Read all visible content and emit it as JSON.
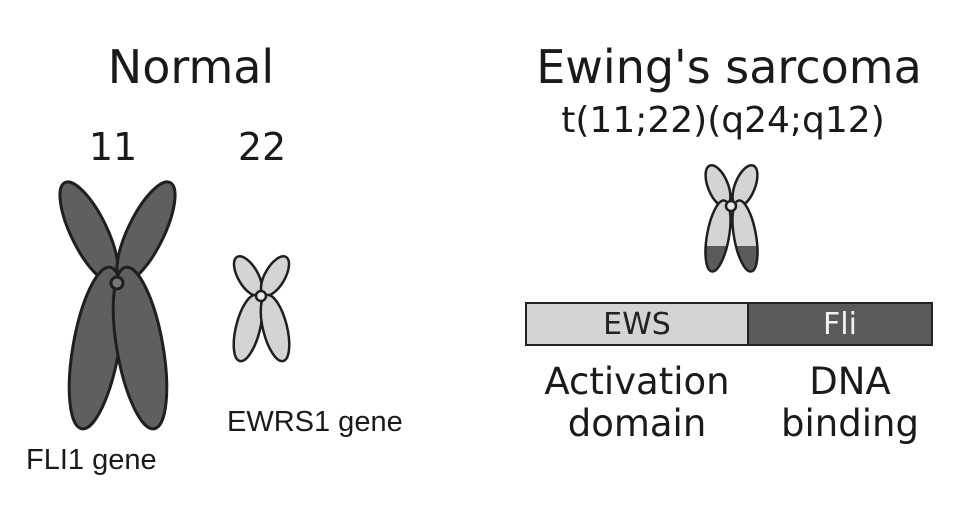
{
  "normal": {
    "title": "Normal",
    "chromosome_11_label": "11",
    "chromosome_22_label": "22",
    "fli1_gene_label": "FLI1 gene",
    "ewrs1_gene_label": "EWRS1 gene"
  },
  "ewing": {
    "title": "Ewing's sarcoma",
    "translocation": "t(11;22)(q24;q12)",
    "fusion": {
      "ews_label": "EWS",
      "fli_label": "Fli"
    },
    "domains": {
      "activation_line1": "Activation",
      "activation_line2": "domain",
      "dna_line1": "DNA",
      "dna_line2": "binding"
    }
  },
  "colors": {
    "chromosome_11": "#5f5f5f",
    "chromosome_22": "#d4d4d4",
    "ews_segment": "#d4d4d4",
    "fli_segment": "#5a5a5a",
    "outline": "#1f1f1f"
  }
}
